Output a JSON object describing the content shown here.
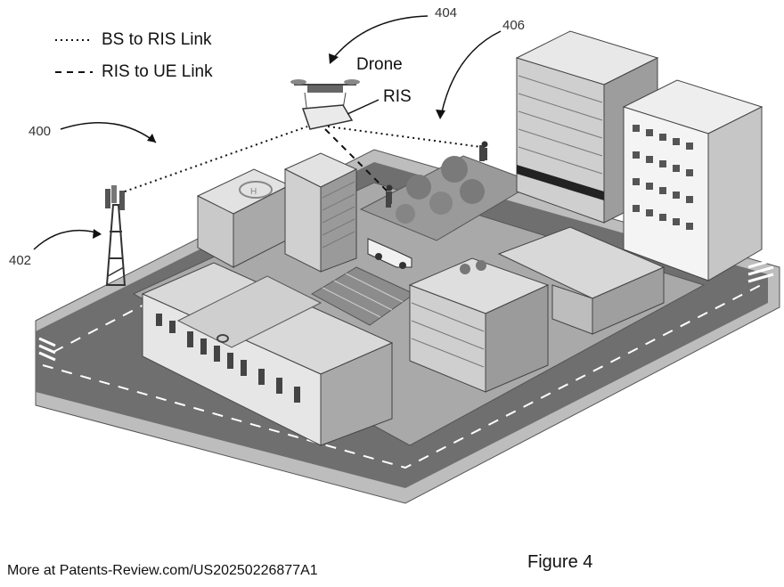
{
  "legend": {
    "items": [
      {
        "label": "BS to RIS Link",
        "style": "dotted"
      },
      {
        "label": "RIS to UE Link",
        "style": "dashed"
      }
    ]
  },
  "labels": {
    "drone": "Drone",
    "ris": "RIS"
  },
  "reference_numerals": {
    "scene": "400",
    "base_station": "402",
    "drone": "404",
    "buildings": "406"
  },
  "caption": "Figure 4",
  "footer_source": "More at Patents-Review.com/US20250226877A1",
  "colors": {
    "road": "#6f6f6f",
    "sidewalk": "#bdbdbd",
    "lane_marking": "#ffffff",
    "building_light": "#e6e6e6",
    "building_mid": "#bcbcbc",
    "building_dark": "#8a8a8a",
    "tree": "#7a7a7a"
  }
}
